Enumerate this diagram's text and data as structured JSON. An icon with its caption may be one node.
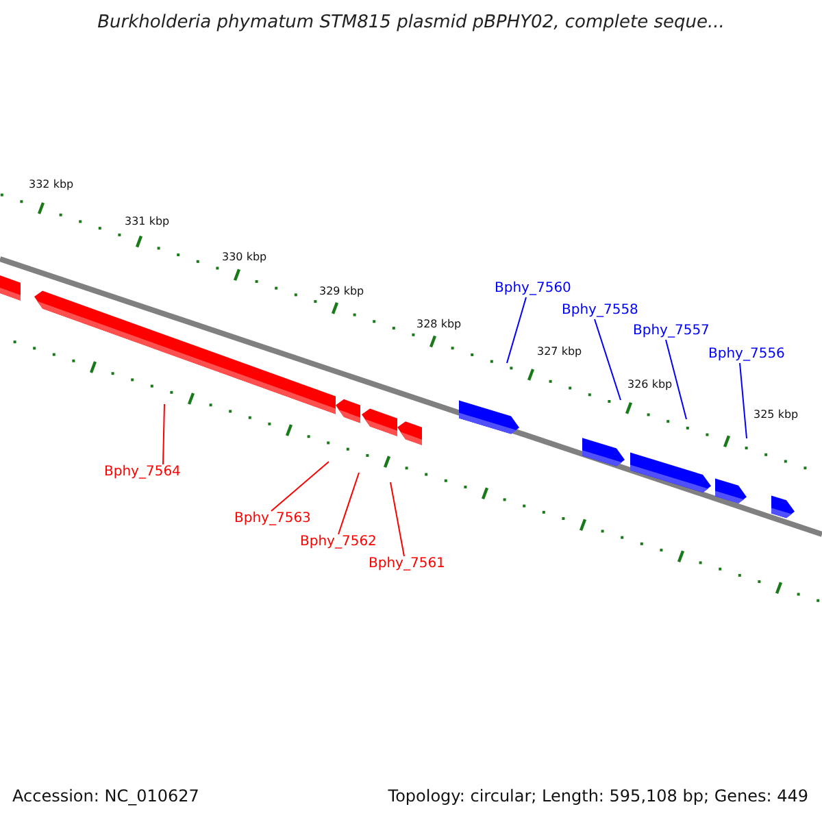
{
  "diagram": {
    "title": "Burkholderia phymatum STM815 plasmid pBPHY02, complete seque...",
    "nodes": [
      {
        "text": [
          "Bphy_7560"
        ]
      },
      {
        "text": [
          "Bphy_7558"
        ]
      },
      {
        "text": [
          "Bphy_7557"
        ]
      },
      {
        "text": [
          "Bphy_7556"
        ]
      },
      {
        "text": [
          "Bphy_7564"
        ]
      },
      {
        "text": [
          "Bphy_7563"
        ]
      },
      {
        "text": [
          "Bphy_7562"
        ]
      },
      {
        "text": [
          "Bphy_7561"
        ]
      }
    ],
    "edges": [
      {
        "from": 0,
        "to": null,
        "arrow": "none",
        "color": "#0000ff"
      },
      {
        "from": 1,
        "to": null,
        "arrow": "none",
        "color": "#0000ff"
      },
      {
        "from": 2,
        "to": null,
        "arrow": "none",
        "color": "#0000ff"
      },
      {
        "from": 3,
        "to": null,
        "arrow": "none",
        "color": "#0000ff"
      },
      {
        "from": 4,
        "to": null,
        "arrow": "none",
        "color": "#ff0000"
      },
      {
        "from": 5,
        "to": null,
        "arrow": "none",
        "color": "#ff0000"
      },
      {
        "from": 6,
        "to": null,
        "arrow": "none",
        "color": "#ff0000"
      },
      {
        "from": 7,
        "to": null,
        "arrow": "none",
        "color": "#ff0000"
      }
    ],
    "labels": [
      "332 kbp",
      "331 kbp",
      "330 kbp",
      "329 kbp",
      "328 kbp",
      "327 kbp",
      "326 kbp",
      "325 kbp",
      "Accession: NC_010627",
      "Topology: circular; Length: 595,108 bp; Genes: 449"
    ]
  }
}
